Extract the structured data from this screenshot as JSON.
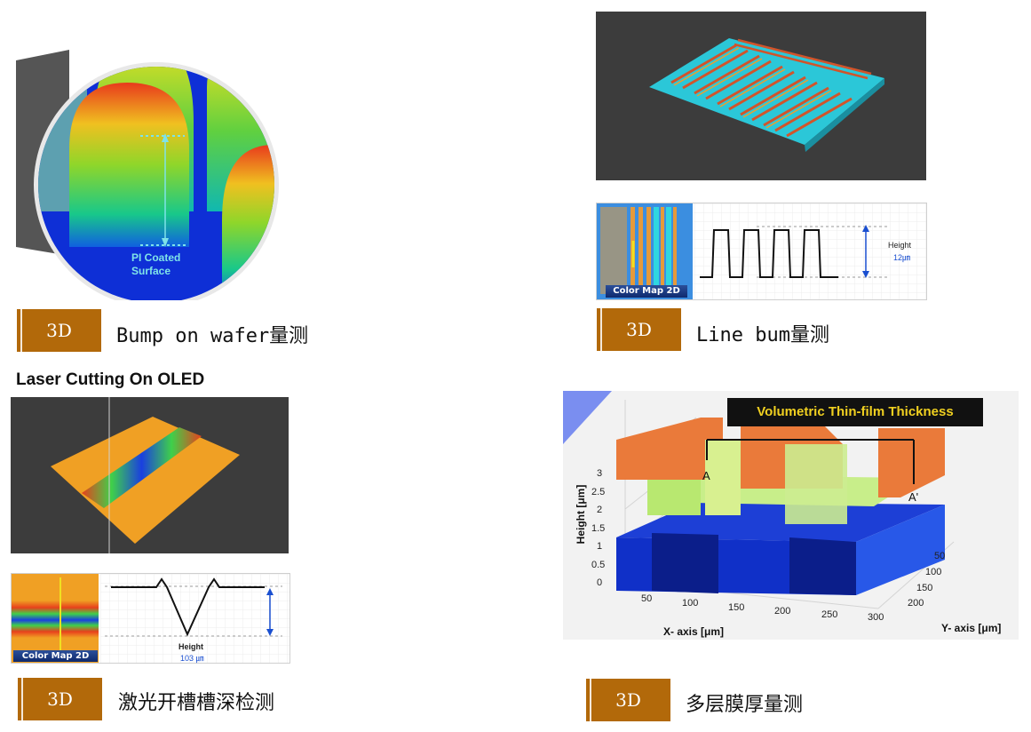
{
  "panel_bump": {
    "annotation": "PI Coated\nSurface",
    "badge": "3D",
    "caption": "Bump on wafer量测"
  },
  "panel_line": {
    "profile_label": "Height",
    "profile_value": "12㎛",
    "color_map_label": "Color Map 2D",
    "badge": "3D",
    "caption": "Line bum量测"
  },
  "panel_laser": {
    "title": "Laser Cutting On OLED",
    "profile_label": "Height",
    "profile_value": "103 ㎛",
    "color_map_label": "Color Map 2D",
    "badge": "3D",
    "caption": "激光开槽槽深检测"
  },
  "panel_thinfilm": {
    "banner": "Volumetric Thin-film Thickness",
    "point_a": "A",
    "point_a_prime": "A'",
    "z_axis_label": "Height [μm]",
    "x_axis_label": "X- axis [μm]",
    "y_axis_label": "Y- axis [μm]",
    "z_ticks": [
      "3",
      "2.5",
      "2",
      "1.5",
      "1",
      "0.5",
      "0"
    ],
    "x_ticks": [
      "50",
      "100",
      "150",
      "200",
      "250",
      "300"
    ],
    "y_ticks": [
      "50",
      "100",
      "150",
      "200"
    ],
    "badge": "3D",
    "caption": "多层膜厚量测"
  },
  "colors": {
    "badge": "#b2690a",
    "dark_bg": "#3c3c3c",
    "accent_cyan": "#7fe3e8",
    "orange": "#f0a024"
  }
}
